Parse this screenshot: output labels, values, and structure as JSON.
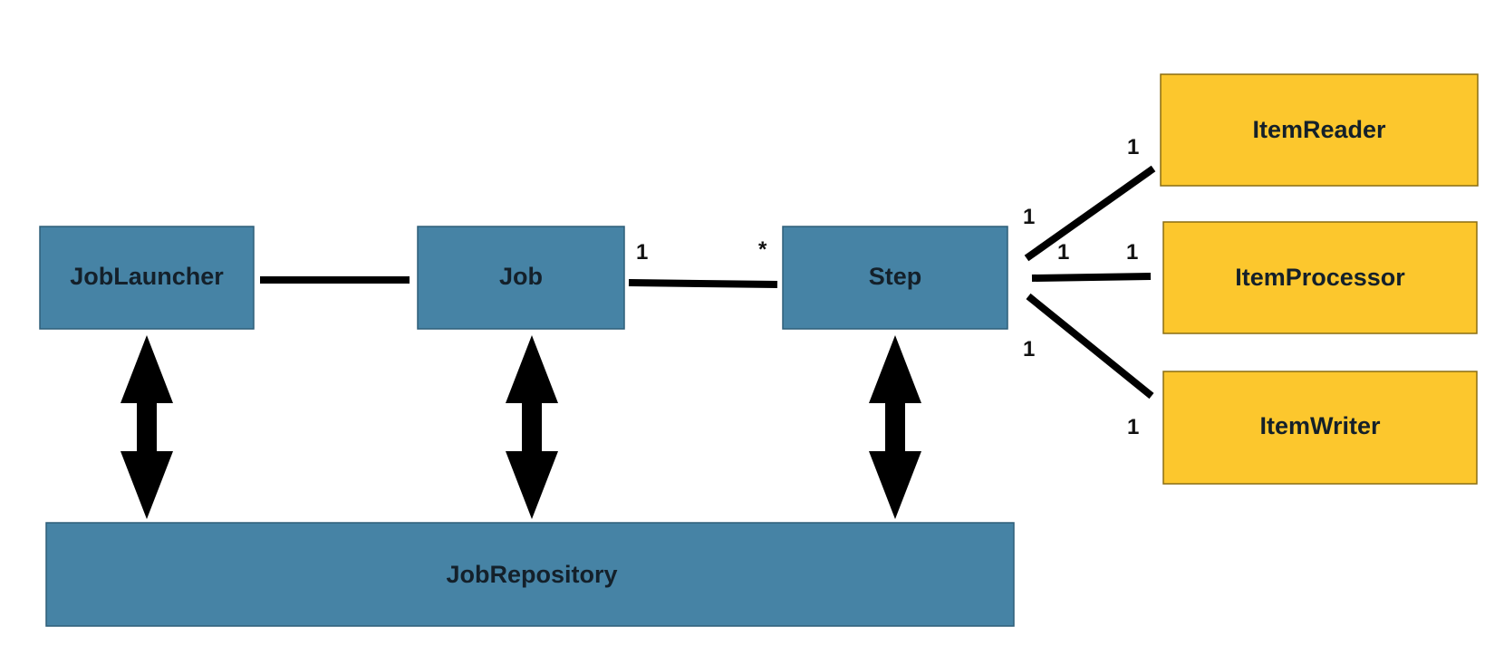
{
  "colors": {
    "core_box": "#4683a5",
    "component_box": "#fcc72d",
    "connector": "#000000",
    "background": "#ffffff"
  },
  "boxes": {
    "job_launcher": "JobLauncher",
    "job": "Job",
    "step": "Step",
    "item_reader": "ItemReader",
    "item_processor": "ItemProcessor",
    "item_writer": "ItemWriter",
    "job_repository": "JobRepository"
  },
  "multiplicity": {
    "job_side": "1",
    "step_side": "*",
    "step_to_reader": "1",
    "reader_end": "1",
    "step_to_processor": "1",
    "processor_end": "1",
    "step_to_writer": "1",
    "writer_end": "1"
  }
}
